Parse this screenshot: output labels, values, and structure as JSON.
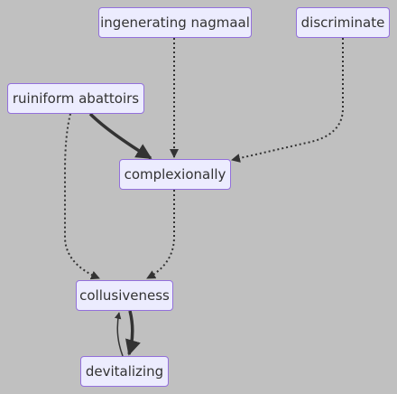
{
  "nodes": {
    "ingenerating": "ingenerating nagmaal",
    "discriminate": "discriminate",
    "ruiniform": "ruiniform abattoirs",
    "complexionally": "complexionally",
    "collusiveness": "collusiveness",
    "devitalizing": "devitalizing"
  },
  "edges": [
    {
      "from": "ingenerating",
      "to": "complexionally",
      "style": "dotted"
    },
    {
      "from": "discriminate",
      "to": "complexionally",
      "style": "dotted"
    },
    {
      "from": "ruiniform",
      "to": "complexionally",
      "style": "thick"
    },
    {
      "from": "ruiniform",
      "to": "collusiveness",
      "style": "dotted"
    },
    {
      "from": "complexionally",
      "to": "collusiveness",
      "style": "dotted"
    },
    {
      "from": "collusiveness",
      "to": "devitalizing",
      "style": "thick"
    },
    {
      "from": "devitalizing",
      "to": "collusiveness",
      "style": "solid"
    }
  ],
  "colors": {
    "background": "#c0c0c0",
    "node_fill": "#ececfe",
    "node_border": "#9370db",
    "edge": "#333333"
  }
}
